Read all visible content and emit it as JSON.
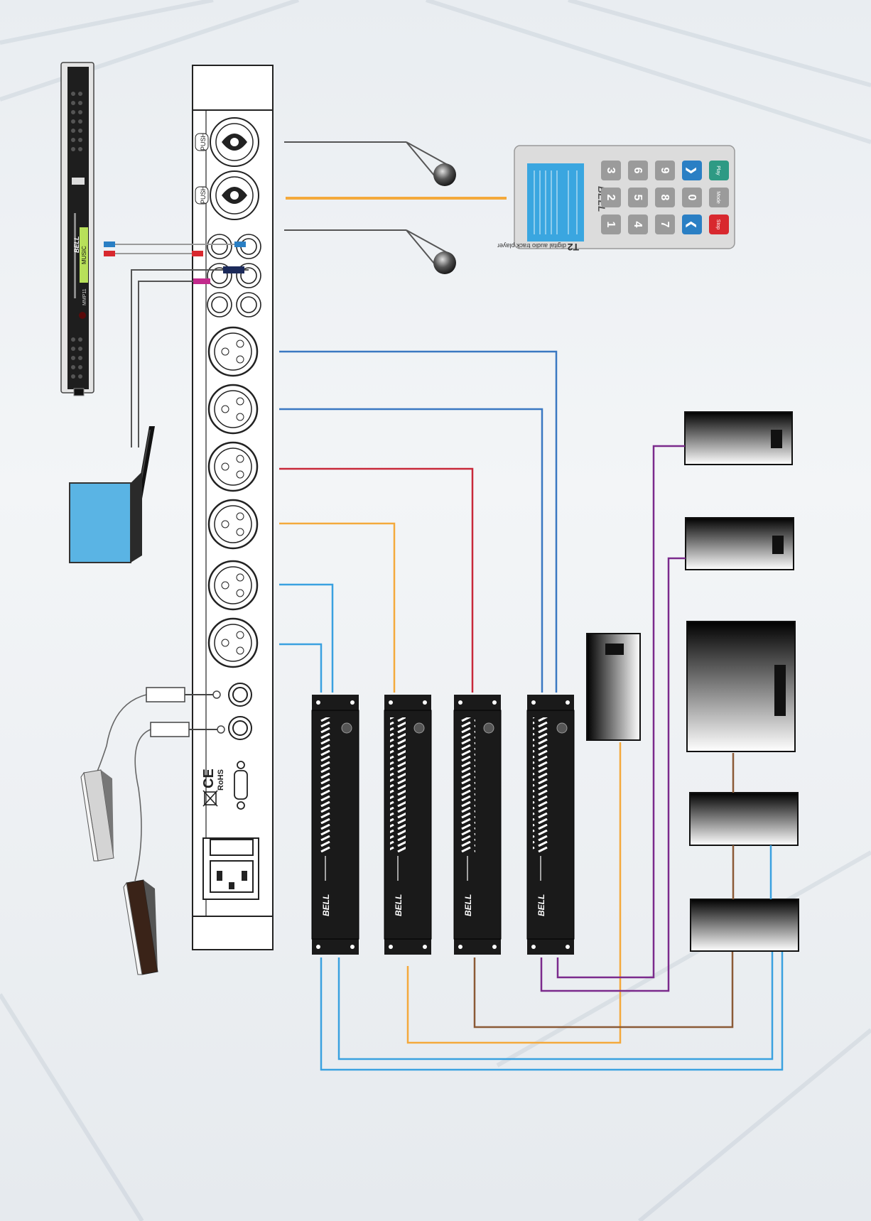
{
  "colors": {
    "background": "#eef1f4",
    "panel": "#ffffff",
    "rack": "#1e1e1e",
    "lcd": "#b8e05a",
    "remote_body": "#dcdcdc",
    "remote_screen": "#3aa6e0",
    "key_gray": "#9b9b9b",
    "key_blue": "#2a7fc4",
    "key_teal": "#2e9a84",
    "key_red": "#d8282e",
    "cable_blue": "#3a78c2",
    "cable_lightblue": "#3aa1e0",
    "cable_red": "#c8283a",
    "cable_orange": "#f4a93c",
    "cable_brown": "#8b5a36",
    "cable_purple": "#7b2a8c",
    "cable_gray": "#555555"
  },
  "player": {
    "brand": "BELL",
    "lcd_text": "MUSIC",
    "model_text": "MMP11"
  },
  "panel": {
    "push_label": "PUSH",
    "rohs_label": "RoHS",
    "ce_label": "CE"
  },
  "remote": {
    "model": "T2",
    "subtitle": "digital audio track player",
    "brand": "BELL",
    "keys": [
      "3",
      "6",
      "9",
      "2",
      "5",
      "8",
      "0",
      "1",
      "4",
      "7"
    ],
    "key_next": "❯",
    "key_prev": "❮",
    "key_play": "Play",
    "key_mode": "Mode",
    "key_stop": "Stop"
  },
  "amplifiers": {
    "brand": "BELL",
    "count": 4
  },
  "icons": [
    "xlr-combo-jack-icon",
    "rca-jack-icon",
    "xlr-male-icon",
    "jack-quarter-inch-icon",
    "iec-power-inlet-icon",
    "db9-port-icon",
    "weee-bin-icon",
    "microphone-icon",
    "laptop-icon",
    "footswitch-icon",
    "speaker-icon"
  ]
}
